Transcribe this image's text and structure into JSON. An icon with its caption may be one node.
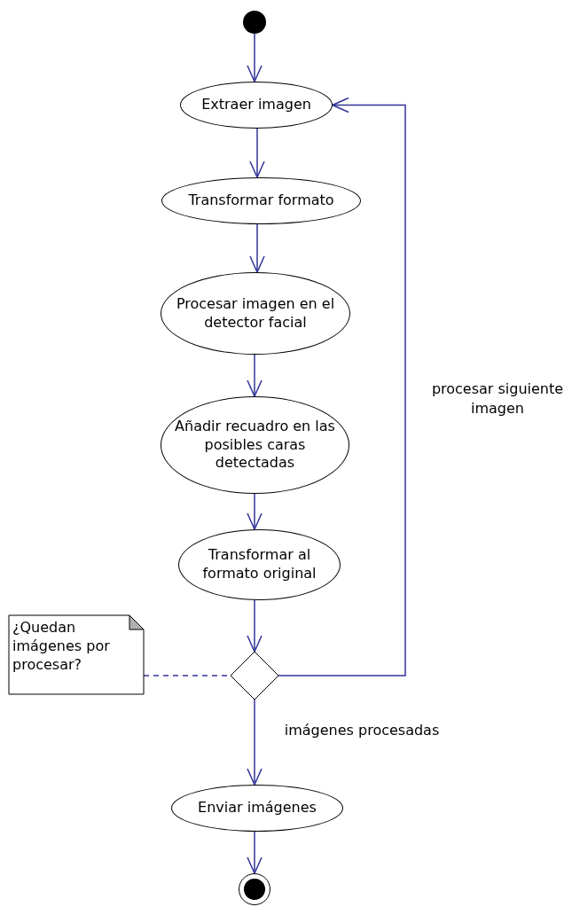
{
  "diagram": {
    "nodes": [
      {
        "text": [],
        "shape": "circle"
      },
      {
        "text": [
          "Extraer imagen"
        ]
      },
      {
        "text": [
          "Transformar formato"
        ]
      },
      {
        "text": [
          "Procesar imagen en el detector facial"
        ]
      },
      {
        "text": [
          "Añadir recuadro en las posibles caras detectadas"
        ]
      },
      {
        "text": [
          "Transformar al formato original"
        ]
      },
      {
        "text": [
          "¿Quedan imágenes por procesar?"
        ]
      },
      {
        "text": [],
        "shape": "diamond"
      },
      {
        "text": [
          "Enviar imágenes"
        ]
      },
      {
        "text": [],
        "shape": "bullseye"
      }
    ],
    "edges": [
      {
        "from": 0,
        "to": 1,
        "arrow": "to"
      },
      {
        "from": 1,
        "to": 2,
        "arrow": "to"
      },
      {
        "from": 2,
        "to": 3,
        "arrow": "to"
      },
      {
        "from": 3,
        "to": 4,
        "arrow": "to"
      },
      {
        "from": 4,
        "to": 5,
        "arrow": "to"
      },
      {
        "from": 5,
        "to": 7,
        "arrow": "to"
      },
      {
        "from": 7,
        "to": 1,
        "arrow": "to",
        "label": "procesar siguiente imagen"
      },
      {
        "from": 7,
        "to": 8,
        "arrow": "to",
        "label": "imágenes procesadas"
      },
      {
        "from": 8,
        "to": 9,
        "arrow": "to"
      },
      {
        "from": 6,
        "to": 7,
        "arrow": "none",
        "style": "dashed"
      }
    ]
  }
}
